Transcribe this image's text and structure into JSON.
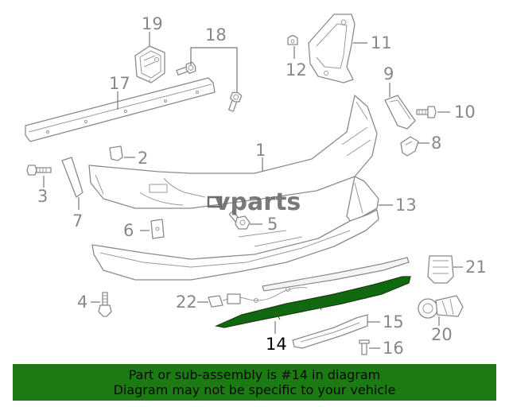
{
  "watermark": {
    "brand_text": "vparts"
  },
  "callouts": {
    "c1": "1",
    "c2": "2",
    "c3": "3",
    "c4": "4",
    "c5": "5",
    "c6": "6",
    "c7": "7",
    "c8": "8",
    "c9": "9",
    "c10": "10",
    "c11": "11",
    "c12": "12",
    "c13": "13",
    "c14": "14",
    "c15": "15",
    "c16": "16",
    "c17": "17",
    "c18": "18",
    "c19": "19",
    "c20": "20",
    "c21": "21",
    "c22": "22"
  },
  "highlighted_part": "14",
  "colors": {
    "highlight": "#0e6a0e",
    "banner": "#1b7a12",
    "line": "#8a8a8a",
    "label": "#888888"
  },
  "banner": {
    "line1": "Part or sub-assembly is #14 in diagram",
    "line2": "Diagram may not be specific to your vehicle"
  }
}
